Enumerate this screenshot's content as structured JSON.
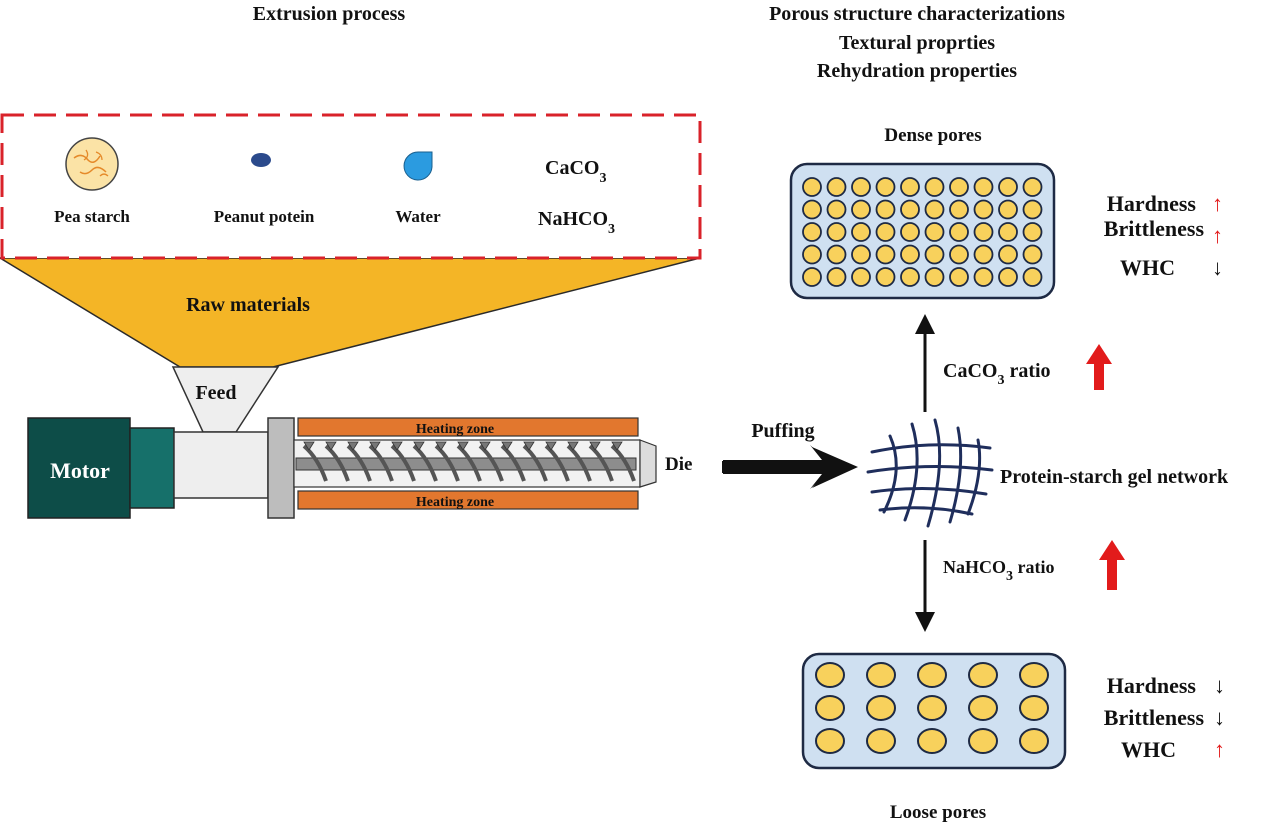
{
  "left_title": "Extrusion process",
  "right_titles": [
    "Porous structure characterizations",
    "Textural proprties",
    "Rehydration properties"
  ],
  "ingredients": {
    "pea_starch": "Pea starch",
    "peanut_protein": "Peanut potein",
    "water": "Water",
    "caco3_base": "CaCO",
    "caco3_sub": "3",
    "nahco3_base": "NaHCO",
    "nahco3_sub": "3"
  },
  "hopper": {
    "raw_materials": "Raw materials",
    "feed": "Feed"
  },
  "extruder": {
    "motor": "Motor",
    "heating_zone_top": "Heating zone",
    "heating_zone_bottom": "Heating zone",
    "die": "Die"
  },
  "process": {
    "puffing": "Puffing",
    "network": "Protein-starch gel network"
  },
  "ratios": {
    "caco3_base": "CaCO",
    "caco3_sub": "3",
    "caco3_suffix": " ratio",
    "nahco3_base": "NaHCO",
    "nahco3_sub": "3",
    "nahco3_suffix": " ratio"
  },
  "dense": {
    "title": "Dense pores",
    "properties": [
      {
        "label": "Hardness",
        "arrow": "↑",
        "direction": "up"
      },
      {
        "label": "Brittleness",
        "arrow": "↑",
        "direction": "up"
      },
      {
        "label": "WHC",
        "arrow": "↓",
        "direction": "down"
      }
    ]
  },
  "loose": {
    "title": "Loose pores",
    "properties": [
      {
        "label": "Hardness",
        "arrow": "↓",
        "direction": "down"
      },
      {
        "label": "Brittleness",
        "arrow": "↓",
        "direction": "down"
      },
      {
        "label": "WHC",
        "arrow": "↑",
        "direction": "up"
      }
    ]
  },
  "colors": {
    "dash_red": "#d9222a",
    "hopper_orange": "#f4b526",
    "heating_orange": "#e2772e",
    "motor_dark": "#0d4d48",
    "motor_teal": "#16706a",
    "panel_fill": "#cfe0f1",
    "panel_stroke": "#1e2a44",
    "pore_fill": "#f8d15c",
    "up_arrow_red": "#e21b1b",
    "network_blue": "#1f2e5c",
    "water_blue": "#2b9be0",
    "peanut_blue": "#2b4a8c"
  }
}
